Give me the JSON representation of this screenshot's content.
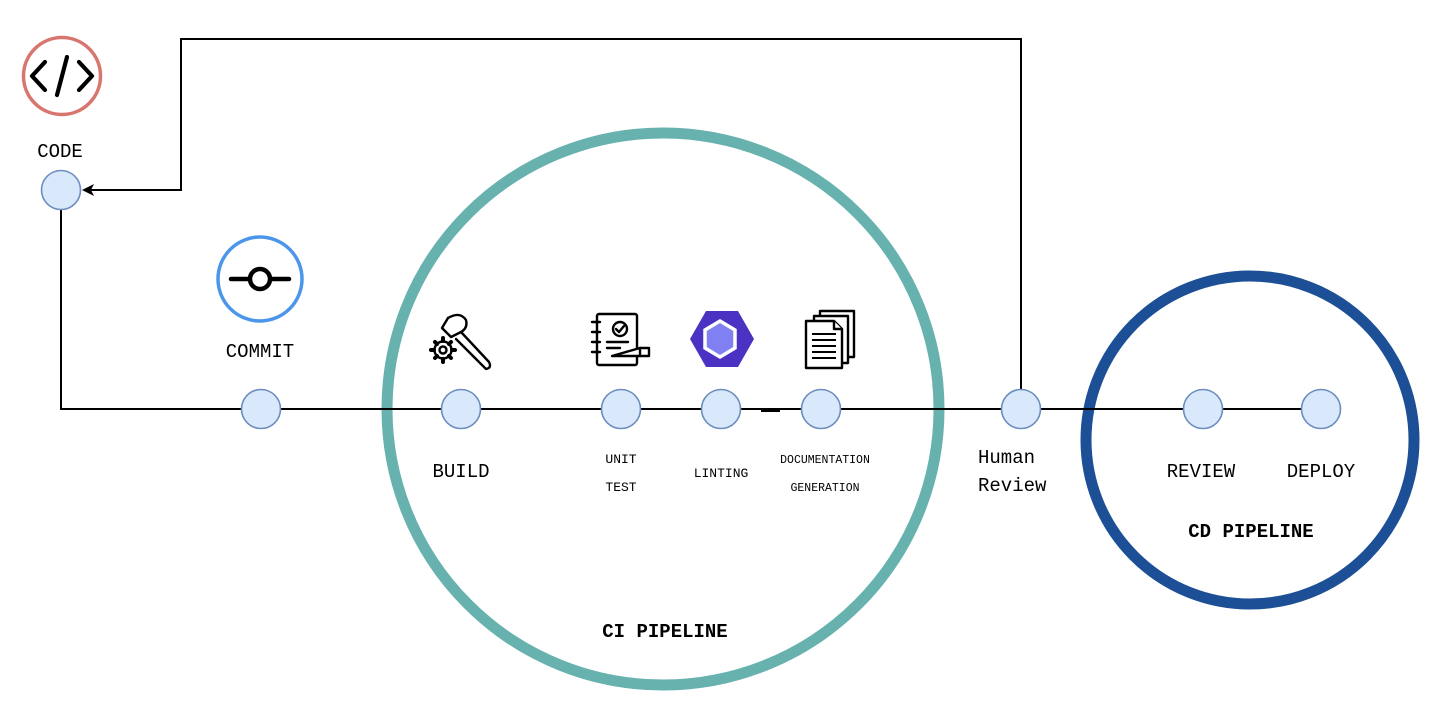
{
  "nodes": {
    "code": {
      "label": "CODE"
    },
    "commit": {
      "label": "COMMIT"
    },
    "build": {
      "label": "BUILD"
    },
    "unit_test": {
      "label_line1": "UNIT",
      "label_line2": "TEST"
    },
    "linting": {
      "label": "LINTING"
    },
    "documentation": {
      "label_line1": "DOCUMENTATION",
      "label_line2": "GENERATION"
    },
    "human_review": {
      "label_line1": "Human",
      "label_line2": "Review"
    },
    "review": {
      "label": "REVIEW"
    },
    "deploy": {
      "label": "DEPLOY"
    }
  },
  "groups": {
    "ci": {
      "label": "CI PIPELINE",
      "color": "#67b2ae"
    },
    "cd": {
      "label": "CD PIPELINE",
      "color": "#1c4f95"
    }
  },
  "icons": {
    "code": {
      "name": "code-brackets-icon",
      "color": "#d9756f"
    },
    "commit": {
      "name": "git-commit-icon",
      "color": "#4b96ea"
    },
    "build": {
      "name": "wrench-gear-icon"
    },
    "unit_test": {
      "name": "checklist-notebook-icon"
    },
    "linting": {
      "name": "eslint-hexagon-icon",
      "color": "#4b32c3"
    },
    "documentation": {
      "name": "documents-stack-icon"
    }
  },
  "colors": {
    "node_fill": "#dae8fc",
    "node_stroke": "#6c8ebf"
  }
}
